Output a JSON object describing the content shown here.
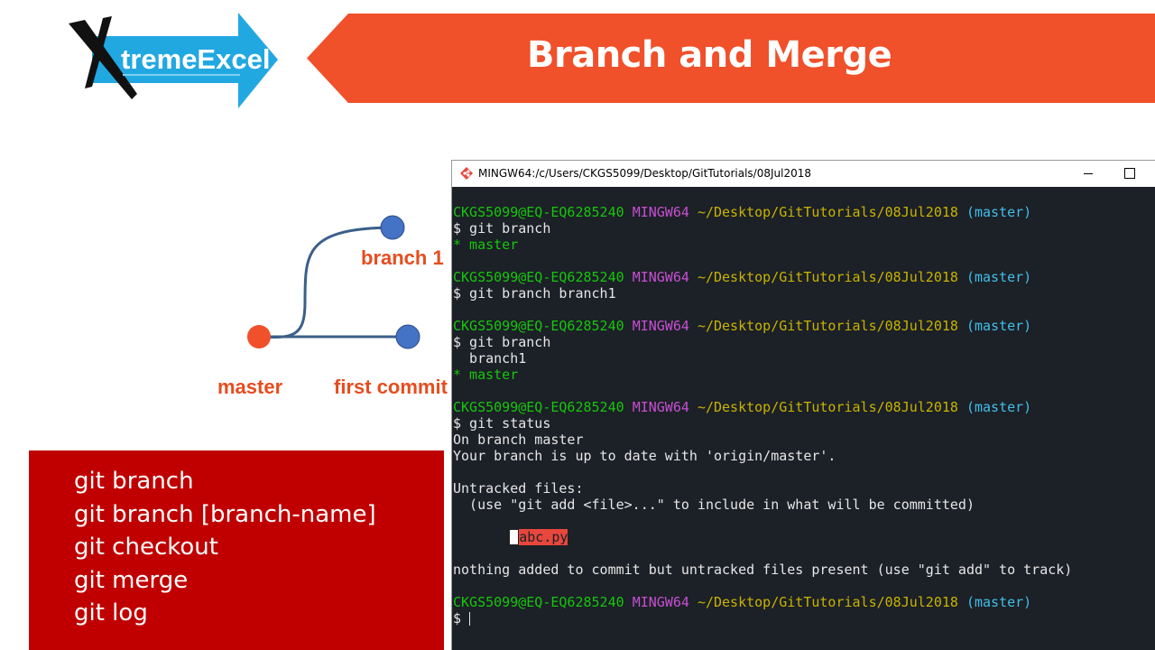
{
  "logo": {
    "text": "tremeExcel",
    "tagline": "",
    "colors": {
      "arrow": "#22a8e1",
      "x_mark": "#111111"
    }
  },
  "banner": {
    "title": "Branch and Merge",
    "color": "#f0502a"
  },
  "diagram": {
    "labels": {
      "branch1": "branch 1",
      "master": "master",
      "first_commit": "first commit"
    },
    "colors": {
      "master_node": "#f0502a",
      "other_nodes": "#4472c4",
      "lines": "#3b5f8a"
    }
  },
  "commands": {
    "items": [
      "git branch",
      "git branch [branch-name]",
      "git checkout",
      "git merge",
      "git log"
    ],
    "background": "#c00000"
  },
  "terminal": {
    "title": "MINGW64:/c/Users/CKGS5099/Desktop/GitTutorials/08Jul2018",
    "prompt": {
      "user": "CKGS5099@EQ-EQ6285240",
      "shell": "MINGW64",
      "path": "~/Desktop/GitTutorials/08Jul2018",
      "branch": "(master)"
    },
    "lines": [
      {
        "kind": "prompt"
      },
      {
        "kind": "text",
        "segments": [
          {
            "text": "$ git branch",
            "color": "white"
          }
        ]
      },
      {
        "kind": "text",
        "segments": [
          {
            "text": "* master",
            "color": "green"
          }
        ]
      },
      {
        "kind": "blank"
      },
      {
        "kind": "prompt"
      },
      {
        "kind": "text",
        "segments": [
          {
            "text": "$ git branch branch1",
            "color": "white"
          }
        ]
      },
      {
        "kind": "blank"
      },
      {
        "kind": "prompt"
      },
      {
        "kind": "text",
        "segments": [
          {
            "text": "$ git branch",
            "color": "white"
          }
        ]
      },
      {
        "kind": "text",
        "segments": [
          {
            "text": "  branch1",
            "color": "white"
          }
        ]
      },
      {
        "kind": "text",
        "segments": [
          {
            "text": "* master",
            "color": "green"
          }
        ]
      },
      {
        "kind": "blank"
      },
      {
        "kind": "prompt"
      },
      {
        "kind": "text",
        "segments": [
          {
            "text": "$ git status",
            "color": "white"
          }
        ]
      },
      {
        "kind": "text",
        "segments": [
          {
            "text": "On branch master",
            "color": "white"
          }
        ]
      },
      {
        "kind": "text",
        "segments": [
          {
            "text": "Your branch is up to date with 'origin/master'.",
            "color": "white"
          }
        ]
      },
      {
        "kind": "blank"
      },
      {
        "kind": "text",
        "segments": [
          {
            "text": "Untracked files:",
            "color": "white"
          }
        ]
      },
      {
        "kind": "text",
        "segments": [
          {
            "text": "  (use \"git add <file>...\" to include in what will be committed)",
            "color": "white"
          }
        ]
      },
      {
        "kind": "blank"
      },
      {
        "kind": "file",
        "text": "abc.py"
      },
      {
        "kind": "blank"
      },
      {
        "kind": "text",
        "segments": [
          {
            "text": "nothing added to commit but untracked files present (use \"git add\" to track)",
            "color": "white"
          }
        ]
      },
      {
        "kind": "blank"
      },
      {
        "kind": "prompt"
      },
      {
        "kind": "input",
        "text": "$ "
      }
    ]
  }
}
